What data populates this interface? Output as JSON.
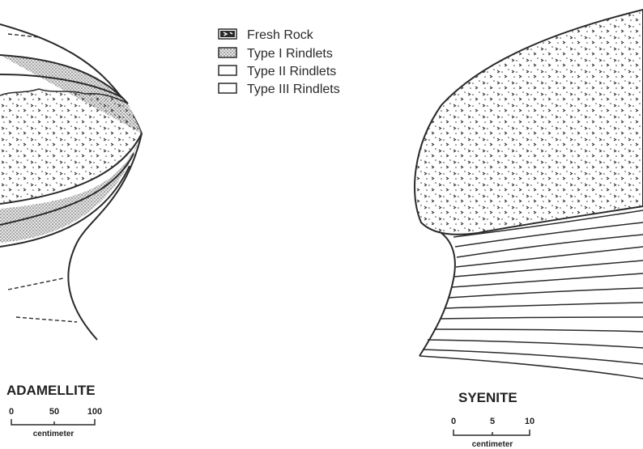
{
  "legend": {
    "items": [
      {
        "label": "Fresh Rock",
        "icon": "fresh-rock-swatch-icon"
      },
      {
        "label": "Type I Rindlets",
        "icon": "type-i-swatch-icon"
      },
      {
        "label": "Type II Rindlets",
        "icon": "type-ii-swatch-icon"
      },
      {
        "label": "Type III Rindlets",
        "icon": "type-iii-swatch-icon"
      }
    ]
  },
  "adamellite": {
    "title": "ADAMELLITE",
    "scale": {
      "ticks": [
        "0",
        "50",
        "100"
      ],
      "unit": "centimeter"
    }
  },
  "syenite": {
    "title": "SYENITE",
    "scale": {
      "ticks": [
        "0",
        "5",
        "10"
      ],
      "unit": "centimeter"
    }
  },
  "colors": {
    "ink": "#2a2a2a",
    "stipple": "#3a3a3a",
    "background": "#ffffff"
  }
}
